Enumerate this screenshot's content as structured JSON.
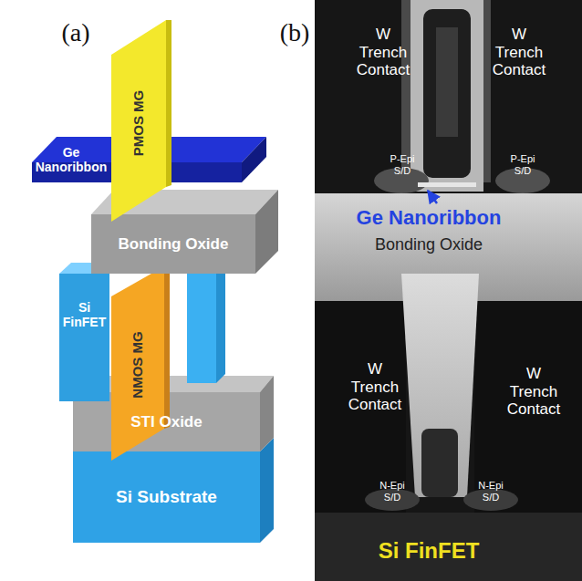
{
  "diagram": {
    "nodes": [
      {
        "text": [
          "Ge Nanoribbon"
        ]
      },
      {
        "text": [
          "PMOS MG"
        ]
      },
      {
        "text": [
          "Bonding Oxide"
        ]
      },
      {
        "text": [
          "Si FinFET"
        ]
      },
      {
        "text": [
          "NMOS MG"
        ]
      },
      {
        "text": [
          "STI Oxide"
        ]
      },
      {
        "text": [
          "Si Substrate"
        ]
      }
    ],
    "labels": [
      "(a)",
      "(b)",
      "W Trench Contact",
      "W Trench Contact",
      "P-Epi S/D",
      "P-Epi S/D",
      "Ge Nanoribbon",
      "Bonding Oxide",
      "W Trench Contact",
      "W Trench Contact",
      "N-Epi S/D",
      "N-Epi S/D",
      "Si FinFET"
    ]
  }
}
